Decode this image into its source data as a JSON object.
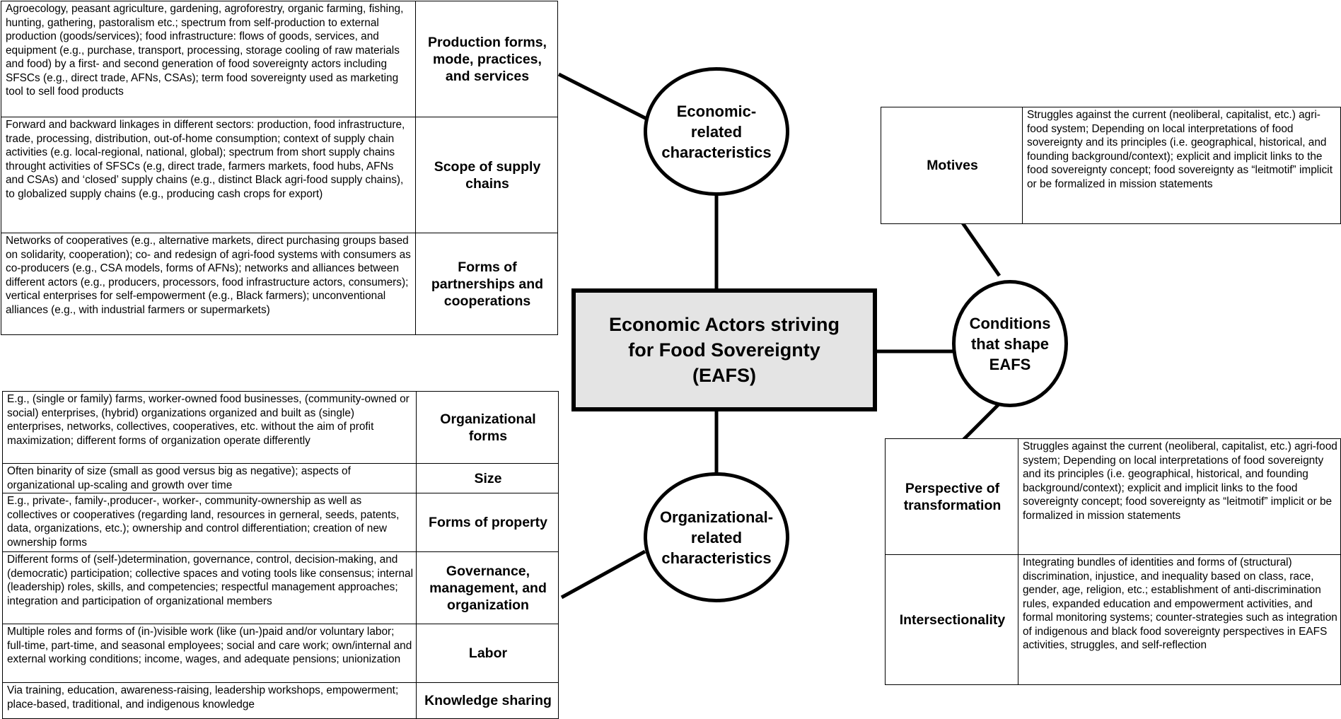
{
  "center": {
    "title": "Economic Actors striving\nfor Food Sovereignty\n(EAFS)"
  },
  "circles": {
    "economic": "Economic-\nrelated\ncharacteristics",
    "organizational": "Organizational-\nrelated\ncharacteristics",
    "conditions": "Conditions\nthat shape\nEAFS"
  },
  "economic_table": [
    {
      "description": "Agroecology, peasant agriculture, gardening, agroforestry, organic farming, fishing, hunting, gathering, pastoralism etc.; spectrum from self-production to external production (goods/services); food infrastructure: flows of goods, services, and equipment (e.g., purchase, transport, processing, storage cooling of raw materials and food) by a first- and second generation of food sovereignty actors including SFSCs (e.g., direct trade, AFNs, CSAs); term food sovereignty used as marketing tool to sell food products",
      "heading": "Production forms, mode, practices, and services"
    },
    {
      "description": "Forward and backward linkages in different sectors: production, food infrastructure, trade, processing, distribution, out-of-home consumption; context of supply chain activities (e.g. local-regional, national, global); spectrum from short supply chains throught activities of SFSCs (e.g, direct trade, farmers markets, food hubs, AFNs and CSAs) and ‘closed’ supply chains (e.g., distinct Black agri-food supply chains), to globalized supply chains (e.g., producing cash crops for export)",
      "heading": "Scope of supply chains"
    },
    {
      "description": "Networks of cooperatives (e.g., alternative markets, direct purchasing groups based on solidarity, cooperation); co- and redesign of agri-food systems with consumers as co-producers (e.g., CSA models, forms of AFNs); networks and alliances between different actors (e.g., producers, processors, food infrastructure actors, consumers); vertical enterprises for self-empowerment (e.g., Black farmers); unconventional alliances (e.g., with industrial farmers or supermarkets)",
      "heading": "Forms of partnerships and cooperations"
    }
  ],
  "organizational_table": [
    {
      "description": "E.g., (single or family) farms, worker-owned food businesses, (community-owned  or social) enterprises, (hybrid) organizations organized and built as (single) enterprises, networks, collectives, cooperatives, etc. without the aim of profit maximization; different forms of organization operate differently",
      "heading": "Organizational forms"
    },
    {
      "description": "Often binarity of size (small as good versus big as negative); aspects of organizational up-scaling and growth over time",
      "heading": "Size"
    },
    {
      "description": "E.g., private-, family-,producer-, worker-, community-ownership as well as collectives or cooperatives (regarding land, resources in gerneral, seeds, patents, data, organizations, etc.); ownership and control differentiation; creation of new ownership forms",
      "heading": "Forms of property"
    },
    {
      "description": "Different forms of (self-)determination, governance, control, decision-making, and (democratic) participation; collective spaces and voting tools like consensus; internal (leadership) roles, skills, and competencies; respectful management approaches; integration and participation of organizational members",
      "heading": "Governance, management, and organization"
    },
    {
      "description": "Multiple roles and forms of (in-)visible work (like (un-)paid and/or voluntary labor; full-time, part-time, and seasonal employees; social and care work; own/internal and external working conditions; income, wages, and adequate pensions; unionization",
      "heading": "Labor"
    },
    {
      "description": "Via training, education, awareness-raising, leadership workshops, empowerment; place-based, traditional, and indigenous knowledge",
      "heading": "Knowledge sharing"
    }
  ],
  "motives_table": [
    {
      "heading": "Motives",
      "description": "Struggles against the current (neoliberal, capitalist, etc.) agri-food system;  Depending on local interpretations of food sovereignty and its principles (i.e. geographical, historical, and founding background/context); explicit and implicit links to the food sovereignty concept; food sovereignty as “leitmotif” implicit or be formalized in mission statements"
    }
  ],
  "conditions_table": [
    {
      "heading": "Perspective of transformation",
      "description": "Struggles against the current (neoliberal, capitalist, etc.) agri-food system;  Depending on local interpretations of food sovereignty and its principles (i.e. geographical, historical, and founding background/context); explicit and implicit links to the food sovereignty concept; food sovereignty as “leitmotif” implicit or be formalized in mission statements"
    },
    {
      "heading": "Intersectionality",
      "description": "Integrating bundles of identities and forms of (structural) discrimination, injustice, and inequality based on class, race, gender, age, religion, etc.; establishment of anti-discrimination rules, expanded education and empowerment activities, and formal monitoring systems; counter-strategies such as integration of indigenous and black food sovereignty perspectives in EAFS activities, struggles, and self-reflection"
    }
  ]
}
